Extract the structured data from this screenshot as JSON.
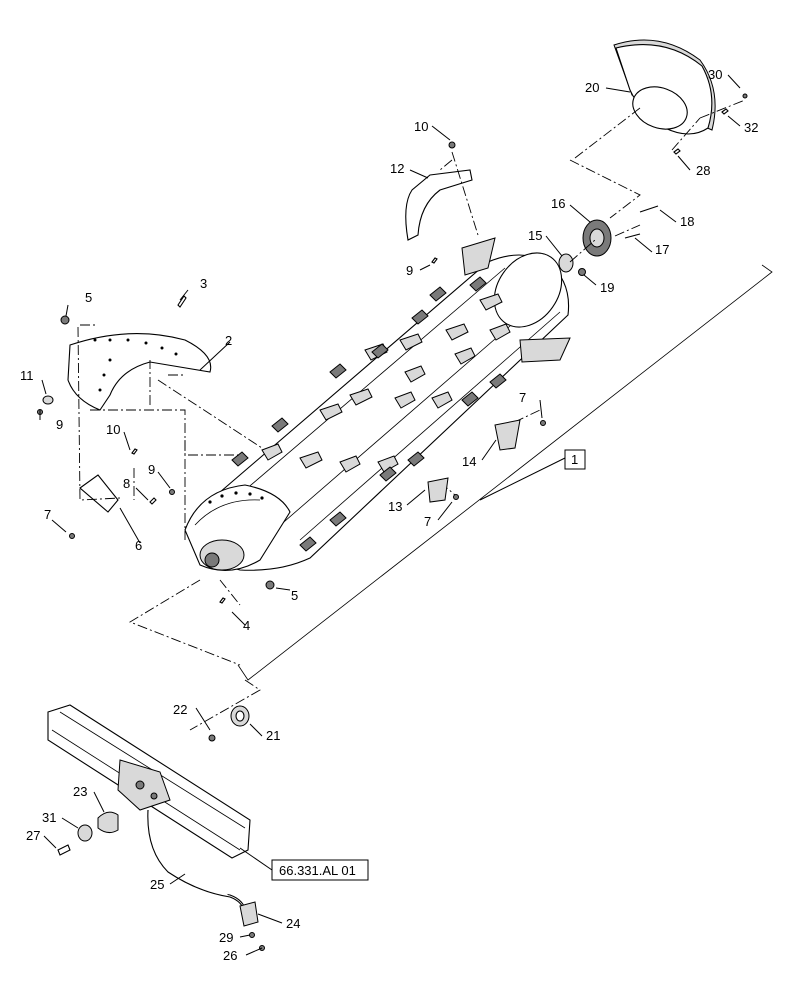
{
  "callouts": [
    "1",
    "2",
    "3",
    "4",
    "5",
    "5",
    "6",
    "7",
    "7",
    "7",
    "8",
    "9",
    "9",
    "9",
    "10",
    "10",
    "11",
    "12",
    "13",
    "14",
    "15",
    "16",
    "17",
    "18",
    "19",
    "20",
    "21",
    "22",
    "23",
    "24",
    "25",
    "26",
    "27",
    "28",
    "29",
    "30",
    "31",
    "32"
  ],
  "reference_box": "66.331.AL 01",
  "boxed_item": "1"
}
